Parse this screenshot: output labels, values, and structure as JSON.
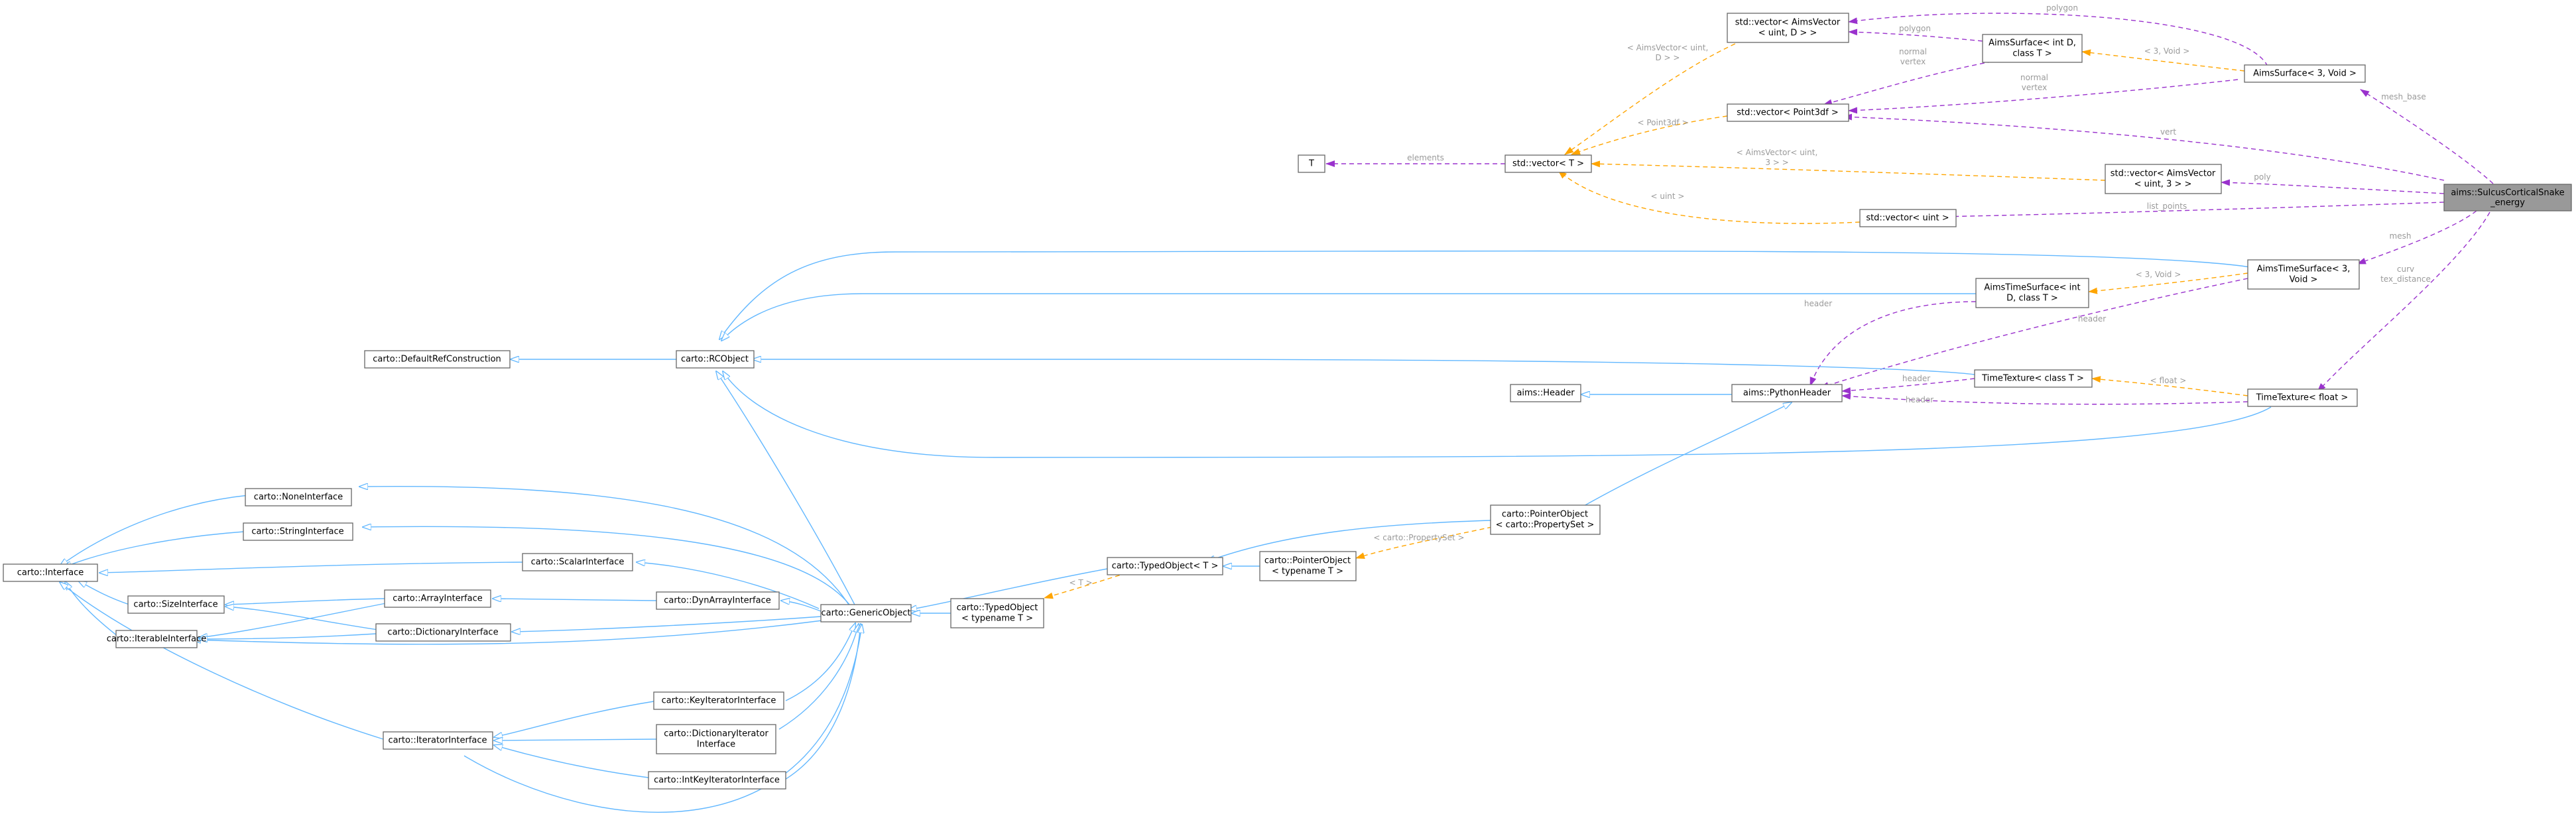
{
  "colors": {
    "inheritance": "#63b8ff",
    "usage": "#9a32cd",
    "template": "#ffa500",
    "node_border": "#666666",
    "highlight_fill": "#999999",
    "label": "#9a9a9a"
  },
  "nodes": {
    "sulcus": [
      "aims::SulcusCorticalSnake",
      "_energy"
    ],
    "aims_surface_3void": [
      "AimsSurface< 3, Void >"
    ],
    "aims_surface_d": [
      "AimsSurface< int D,",
      "class T >"
    ],
    "vec_aimsvector_d": [
      "std::vector< AimsVector",
      "< uint, D > >"
    ],
    "vec_point3df": [
      "std::vector< Point3df >"
    ],
    "vec_t": [
      "std::vector< T >"
    ],
    "t": [
      "T"
    ],
    "vec_aimsvector_3": [
      "std::vector< AimsVector",
      "< uint, 3 > >"
    ],
    "vec_uint": [
      "std::vector< uint >"
    ],
    "time_surface_3void": [
      "AimsTimeSurface< 3,",
      "Void >"
    ],
    "time_surface_d": [
      "AimsTimeSurface< int",
      "D, class T >"
    ],
    "time_texture_t": [
      "TimeTexture< class T >"
    ],
    "time_texture_float": [
      "TimeTexture< float >"
    ],
    "python_header": [
      "aims::PythonHeader"
    ],
    "aims_header": [
      "aims::Header"
    ],
    "rcobject": [
      "carto::RCObject"
    ],
    "default_ref": [
      "carto::DefaultRefConstruction"
    ],
    "pointer_object_propset": [
      "carto::PointerObject",
      "< carto::PropertySet >"
    ],
    "pointer_object_t": [
      "carto::PointerObject",
      "< typename T >"
    ],
    "typed_object_t": [
      "carto::TypedObject< T >"
    ],
    "typed_object_typename": [
      "carto::TypedObject",
      "< typename T >"
    ],
    "generic_object": [
      "carto::GenericObject"
    ],
    "none_interface": [
      "carto::NoneInterface"
    ],
    "string_interface": [
      "carto::StringInterface"
    ],
    "scalar_interface": [
      "carto::ScalarInterface"
    ],
    "array_interface": [
      "carto::ArrayInterface"
    ],
    "dynarray_interface": [
      "carto::DynArrayInterface"
    ],
    "size_interface": [
      "carto::SizeInterface"
    ],
    "dictionary_interface": [
      "carto::DictionaryInterface"
    ],
    "iterable_interface": [
      "carto::IterableInterface"
    ],
    "interface": [
      "carto::Interface"
    ],
    "keyiterator_interface": [
      "carto::KeyIteratorInterface"
    ],
    "iterator_interface": [
      "carto::IteratorInterface"
    ],
    "dictiterator_interface": [
      "carto::DictionaryIterator",
      "Interface"
    ],
    "intkeyiterator_interface": [
      "carto::IntKeyIteratorInterface"
    ]
  },
  "edge_labels": {
    "polygon_top": "polygon",
    "polygon_mid": "polygon",
    "aimsvector_d": [
      "< AimsVector< uint,",
      "D > >"
    ],
    "normal_vertex_a": [
      "normal",
      "vertex"
    ],
    "normal_vertex_b": [
      "normal",
      "vertex"
    ],
    "three_void_a": "< 3, Void >",
    "point3df": "< Point3df >",
    "vert": "vert",
    "mesh_base": "mesh_base",
    "elements": "elements",
    "aimsvector_3": [
      "< AimsVector< uint,",
      "3 > >"
    ],
    "poly": "poly",
    "uint": "< uint >",
    "list_points": "list_points",
    "mesh": "mesh",
    "curv_tex": [
      "curv",
      "tex_distance"
    ],
    "three_void_b": "< 3, Void >",
    "header_1": "header",
    "header_2": "header",
    "header_3": "header",
    "header_4": "header",
    "float": "< float >",
    "propertyset": "< carto::PropertySet >",
    "t_template": "< T >"
  }
}
